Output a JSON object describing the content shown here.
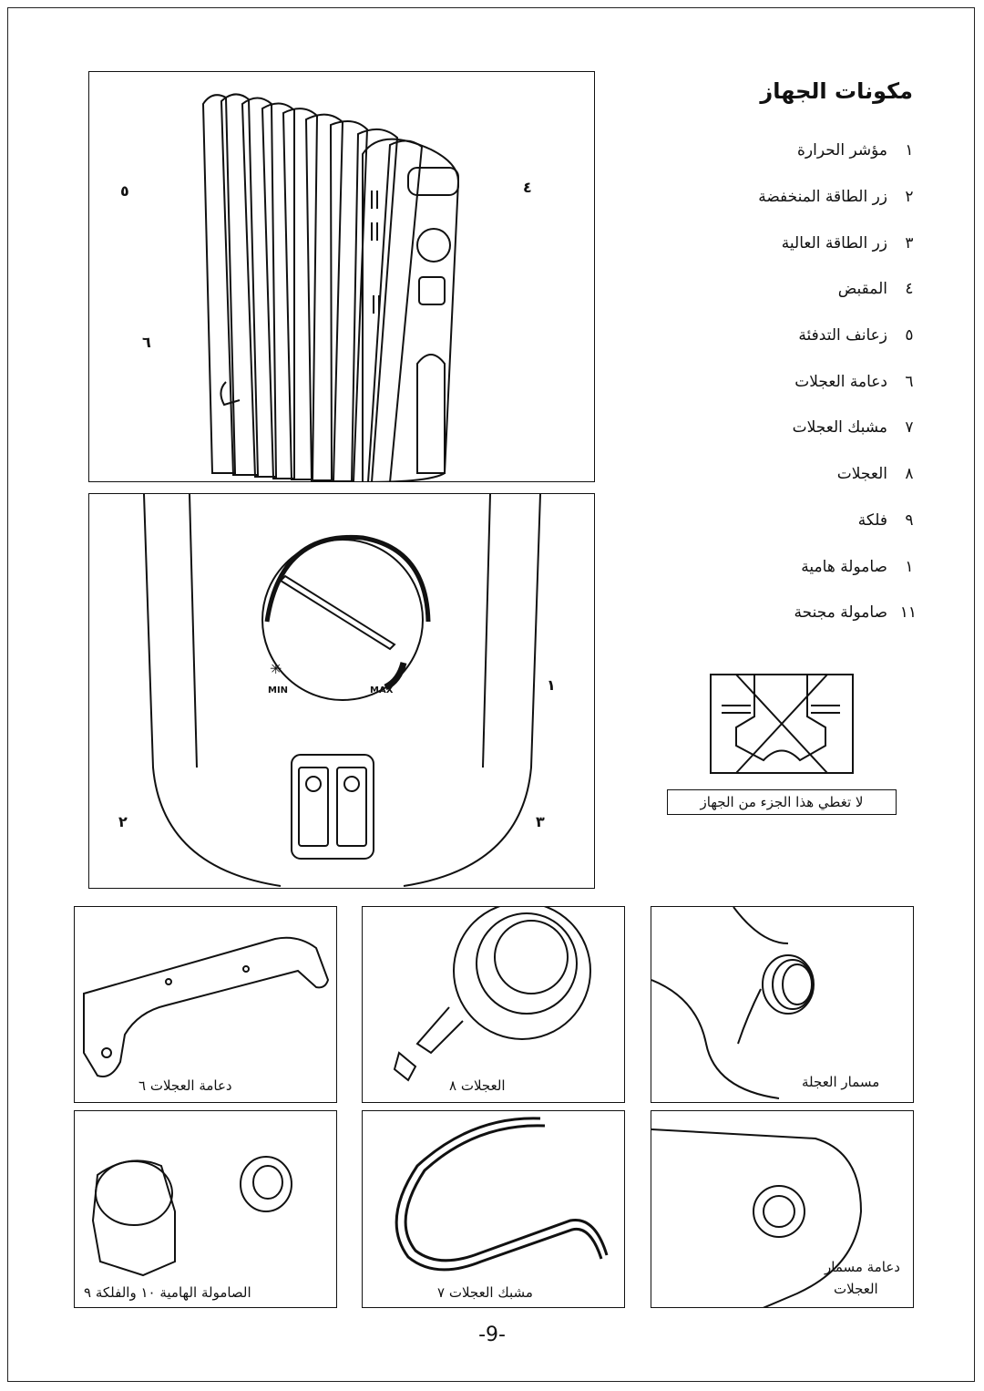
{
  "title": "مكونات الجهاز",
  "parts": [
    {
      "num": "١",
      "label": "مؤشر الحرارة"
    },
    {
      "num": "٢",
      "label": "زر الطاقة المنخفضة"
    },
    {
      "num": "٣",
      "label": "زر الطاقة العالية"
    },
    {
      "num": "٤",
      "label": "المقبض"
    },
    {
      "num": "٥",
      "label": "زعانف التدفئة"
    },
    {
      "num": "٦",
      "label": "دعامة العجلات"
    },
    {
      "num": "٧",
      "label": "مشبك العجلات"
    },
    {
      "num": "٨",
      "label": "العجلات"
    },
    {
      "num": "٩",
      "label": "فلكة"
    },
    {
      "num": "١",
      "label": "صامولة هامية"
    },
    {
      "num": "١١",
      "label": "صامولة مجنحة"
    }
  ],
  "warning": "لا تغطي هذا الجزء من الجهاز",
  "callouts": {
    "c1": "١",
    "c2": "٢",
    "c3": "٣",
    "c4": "٤",
    "c5": "٥",
    "c6": "٦"
  },
  "dial": {
    "min": "MIN",
    "max": "MAX"
  },
  "captions": {
    "wheel_bracket": "دعامة العجلات ٦",
    "wheels": "العجلات ٨",
    "wheel_bolt": "مسمار العجلة",
    "nut_washer": "الصامولة الهامية ١٠ والفلكة ٩",
    "wheel_clip": "مشبك العجلات ٧",
    "bolt_bracket_1": "دعامة مسمار",
    "bolt_bracket_2": "العجلات"
  },
  "page_number": "-9-"
}
